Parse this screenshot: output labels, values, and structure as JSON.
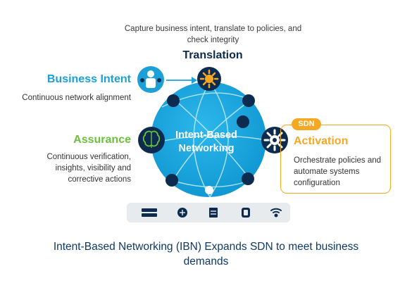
{
  "top_caption": "Capture business intent, translate to policies, and check integrity",
  "translation": {
    "title": "Translation"
  },
  "business_intent": {
    "title": "Business Intent",
    "description": "Continuous network alignment"
  },
  "assurance": {
    "title": "Assurance",
    "description": "Continuous verification, insights, visibility and corrective actions"
  },
  "activation": {
    "badge": "SDN",
    "title": "Activation",
    "description": "Orchestrate policies and automate systems configuration"
  },
  "core": {
    "label": "Intent-Based Networking"
  },
  "footer": {
    "caption": "Intent-Based Networking (IBN) Expands SDN to meet business demands"
  },
  "colors": {
    "business_intent": "#1ba0d7",
    "translation": "#0d2b4f",
    "assurance": "#6cbf3f",
    "activation": "#f7a823",
    "sphere": "#17a9e1",
    "node": "#0d2b4f"
  },
  "device_icons": [
    "switch-icon",
    "router-icon",
    "server-icon",
    "access-point-icon",
    "wireless-icon"
  ]
}
